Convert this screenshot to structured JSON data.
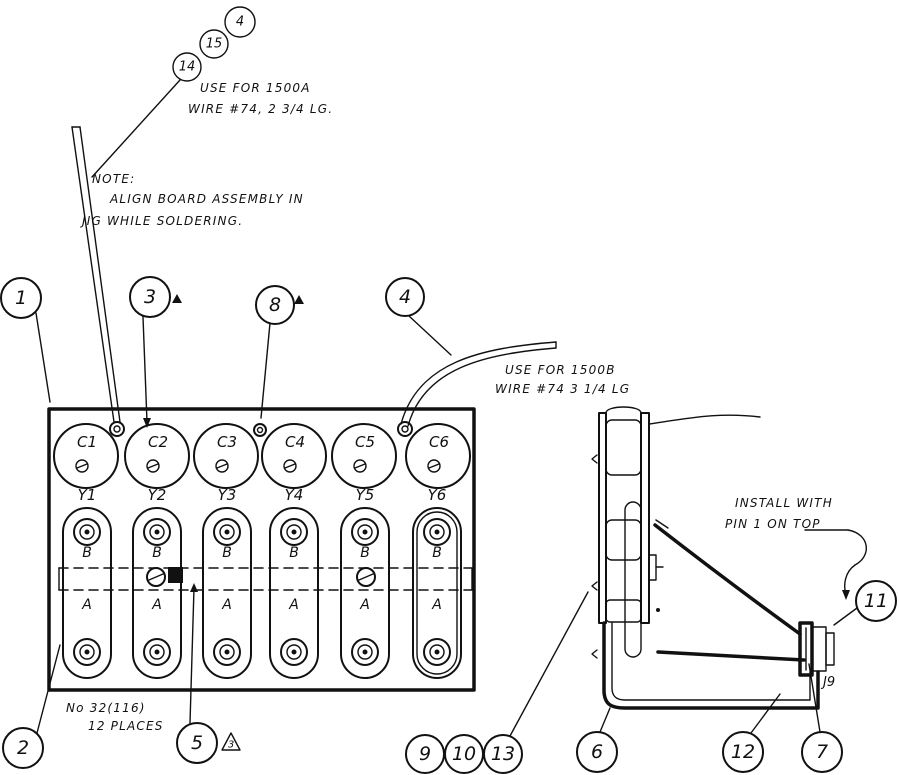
{
  "top_callouts": [
    "14",
    "15",
    "4"
  ],
  "note_1500a": [
    "USE FOR 1500A",
    "WIRE #74, 2 3/4 LG."
  ],
  "note_jig": [
    "NOTE:",
    "ALIGN BOARD ASSEMBLY IN",
    "JIG WHILE SOLDERING."
  ],
  "callouts": {
    "c1": "1",
    "c3": "3",
    "c8": "8",
    "c4": "4",
    "c2": "2",
    "c5": "5",
    "c9": "9",
    "c10": "10",
    "c13": "13",
    "c6": "6",
    "c12": "12",
    "c7": "7",
    "c11": "11"
  },
  "delta_mark": "3",
  "note_1500b": [
    "USE FOR 1500B",
    "WIRE #74 3 1/4 LG"
  ],
  "capacitors": [
    "C1",
    "C2",
    "C3",
    "C4",
    "C5",
    "C6"
  ],
  "crystals": [
    "Y1",
    "Y2",
    "Y3",
    "Y4",
    "Y5",
    "Y6"
  ],
  "row_labels": {
    "top": "B",
    "bottom": "A"
  },
  "note_install": [
    "INSTALL WITH",
    "PIN 1 ON TOP"
  ],
  "connector_label": "J9",
  "note_wire": [
    "No 32(116)",
    "12 PLACES"
  ]
}
